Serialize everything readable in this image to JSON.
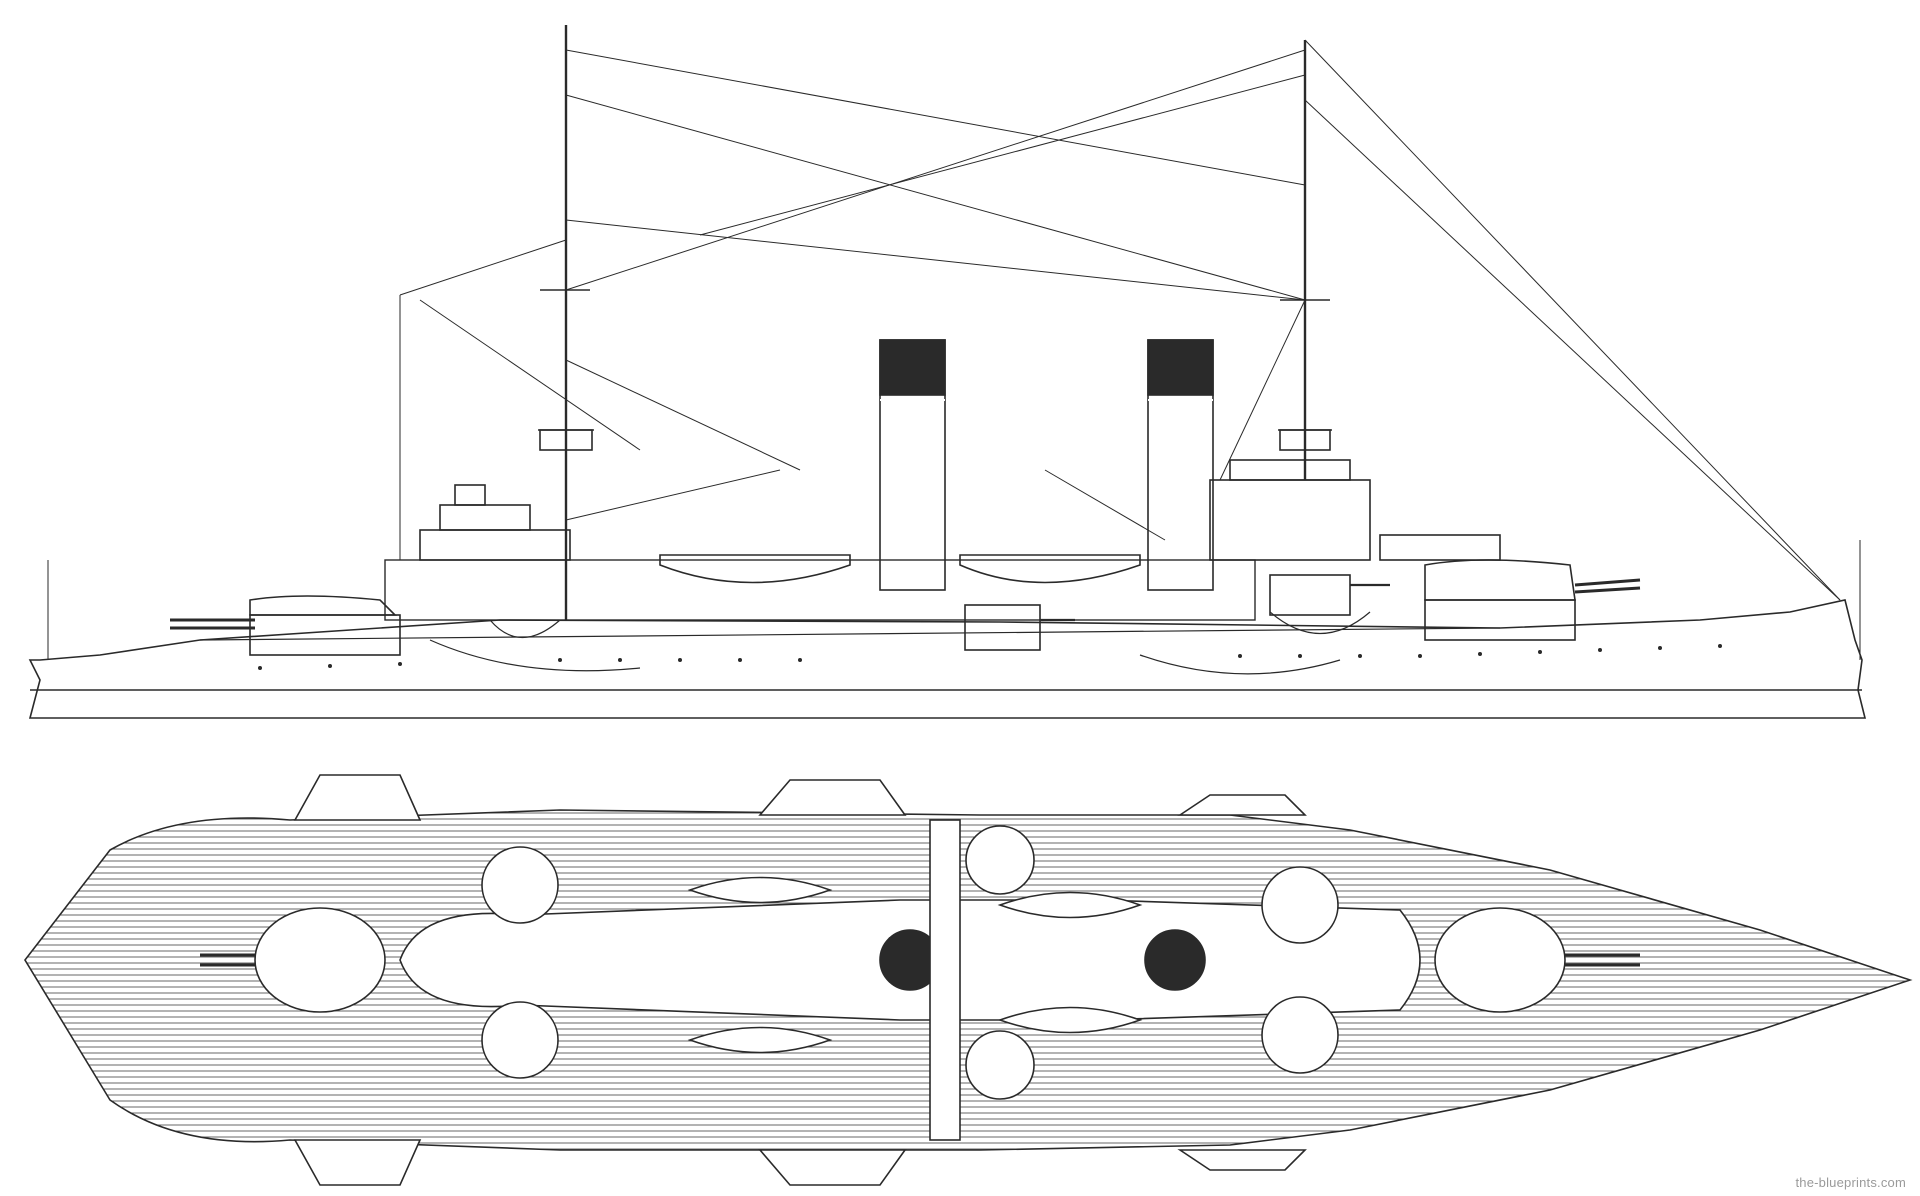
{
  "image": {
    "description_free": true,
    "background_color": "#ffffff",
    "line_color": "#2a2a2a",
    "hatch_color": "#555555",
    "watermark": "the-blueprints.com"
  },
  "views": [
    {
      "id": "side-elevation"
    },
    {
      "id": "plan-view"
    }
  ]
}
